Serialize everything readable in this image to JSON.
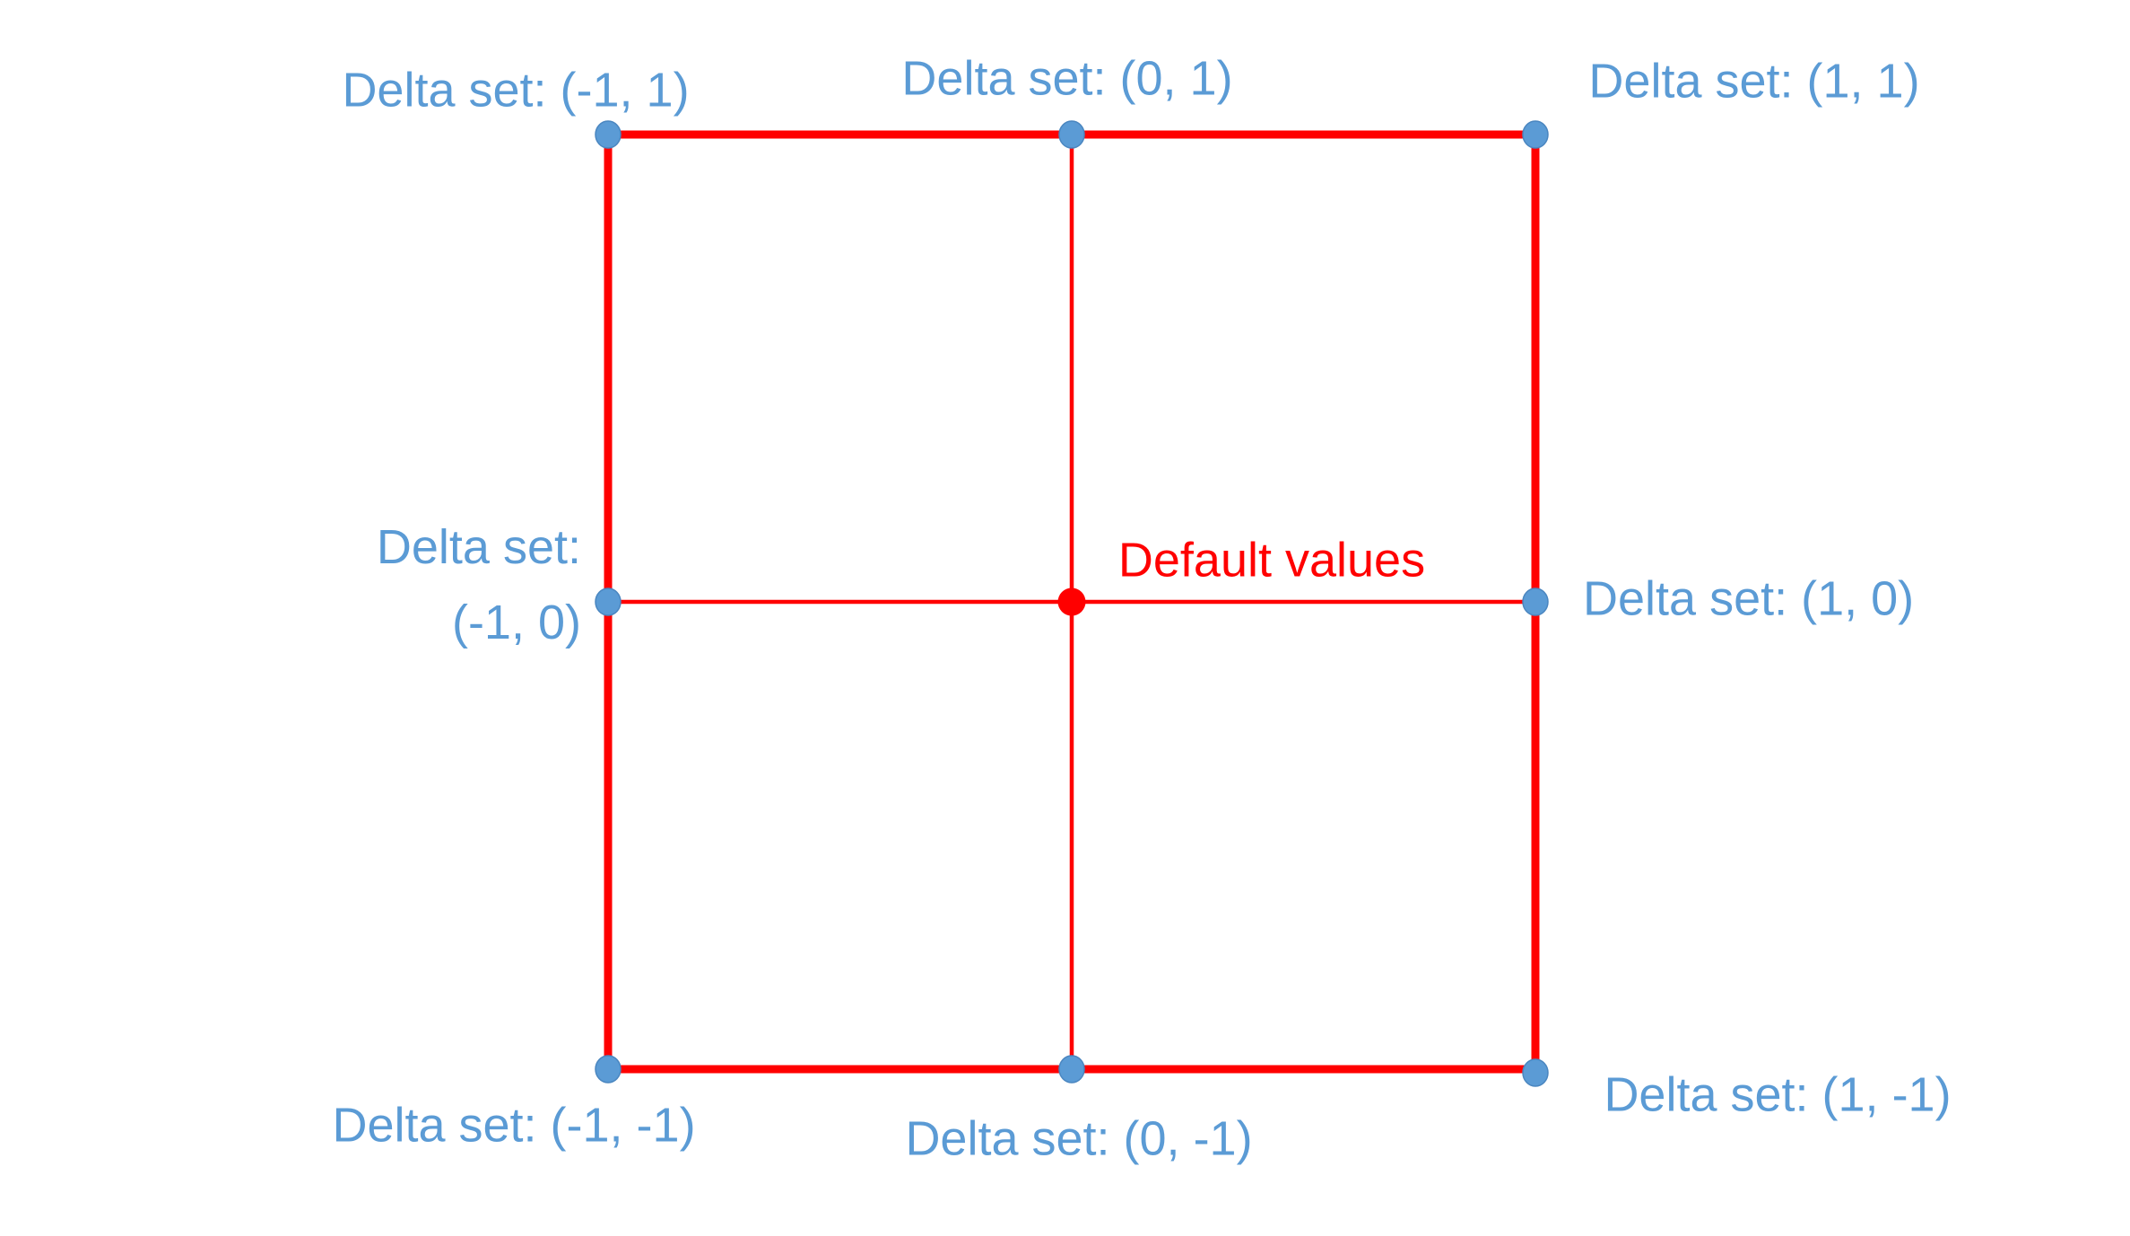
{
  "diagram": {
    "labels": {
      "top_left": "Delta set: (-1, 1)",
      "top_center": "Delta set: (0, 1)",
      "top_right": "Delta set: (1, 1)",
      "mid_left_line1": "Delta set:",
      "mid_left_line2": "(-1, 0)",
      "center": "Default values",
      "mid_right": "Delta set: (1, 0)",
      "bottom_left": "Delta set: (-1, -1)",
      "bottom_center": "Delta set: (0, -1)",
      "bottom_right": "Delta set: (1, -1)"
    },
    "colors": {
      "line": "#FF0000",
      "node_fill": "#5B9BD5",
      "node_edge": "#4A86C0",
      "label_text": "#5B9BD5",
      "center_node": "#FF0000",
      "center_label": "#FF0000",
      "background": "#FFFFFF"
    }
  }
}
